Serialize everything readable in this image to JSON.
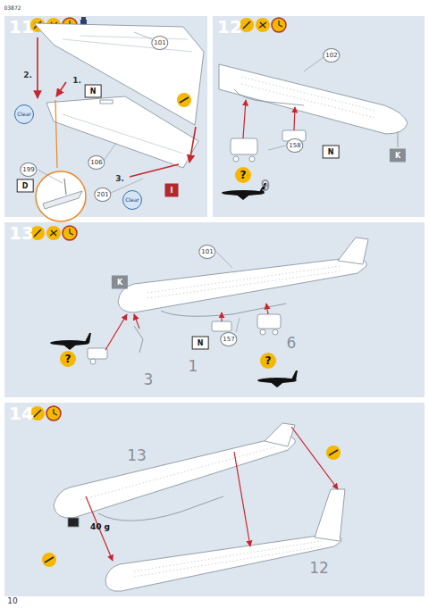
{
  "diagram": {
    "nodes": [
      {
        "text": [
          "11"
        ]
      },
      {
        "text": [
          "12"
        ]
      },
      {
        "text": [
          "13"
        ]
      },
      {
        "text": [
          "14"
        ]
      }
    ],
    "labels": [
      "03872",
      "101",
      "2.",
      "1.",
      "N",
      "Clear",
      "199",
      "D",
      "106",
      "201",
      "Clear",
      "3.",
      "I",
      "102",
      "?",
      "9",
      "158",
      "N",
      "K",
      "101",
      "K",
      "?",
      "3",
      "1",
      "N",
      "157",
      "?",
      "6",
      "13",
      "40 g",
      "12",
      "10"
    ]
  }
}
